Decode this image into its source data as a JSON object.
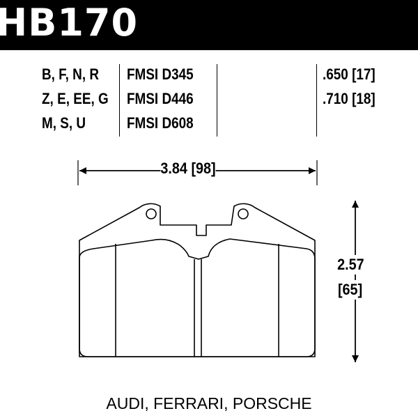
{
  "header": {
    "part_number": "HB170"
  },
  "specs": {
    "compounds": [
      "B, F, N, R",
      "Z, E, EE, G",
      "M, S, U"
    ],
    "fmsi": [
      "FMSI D345",
      "FMSI D446",
      "FMSI D608"
    ],
    "thickness": [
      ".650 [17]",
      ".710 [18]"
    ]
  },
  "dimensions": {
    "width_label": "3.84 [98]",
    "height_label_in": "2.57",
    "height_label_mm": "[65]"
  },
  "applications": "AUDI, FERRARI, PORSCHE"
}
